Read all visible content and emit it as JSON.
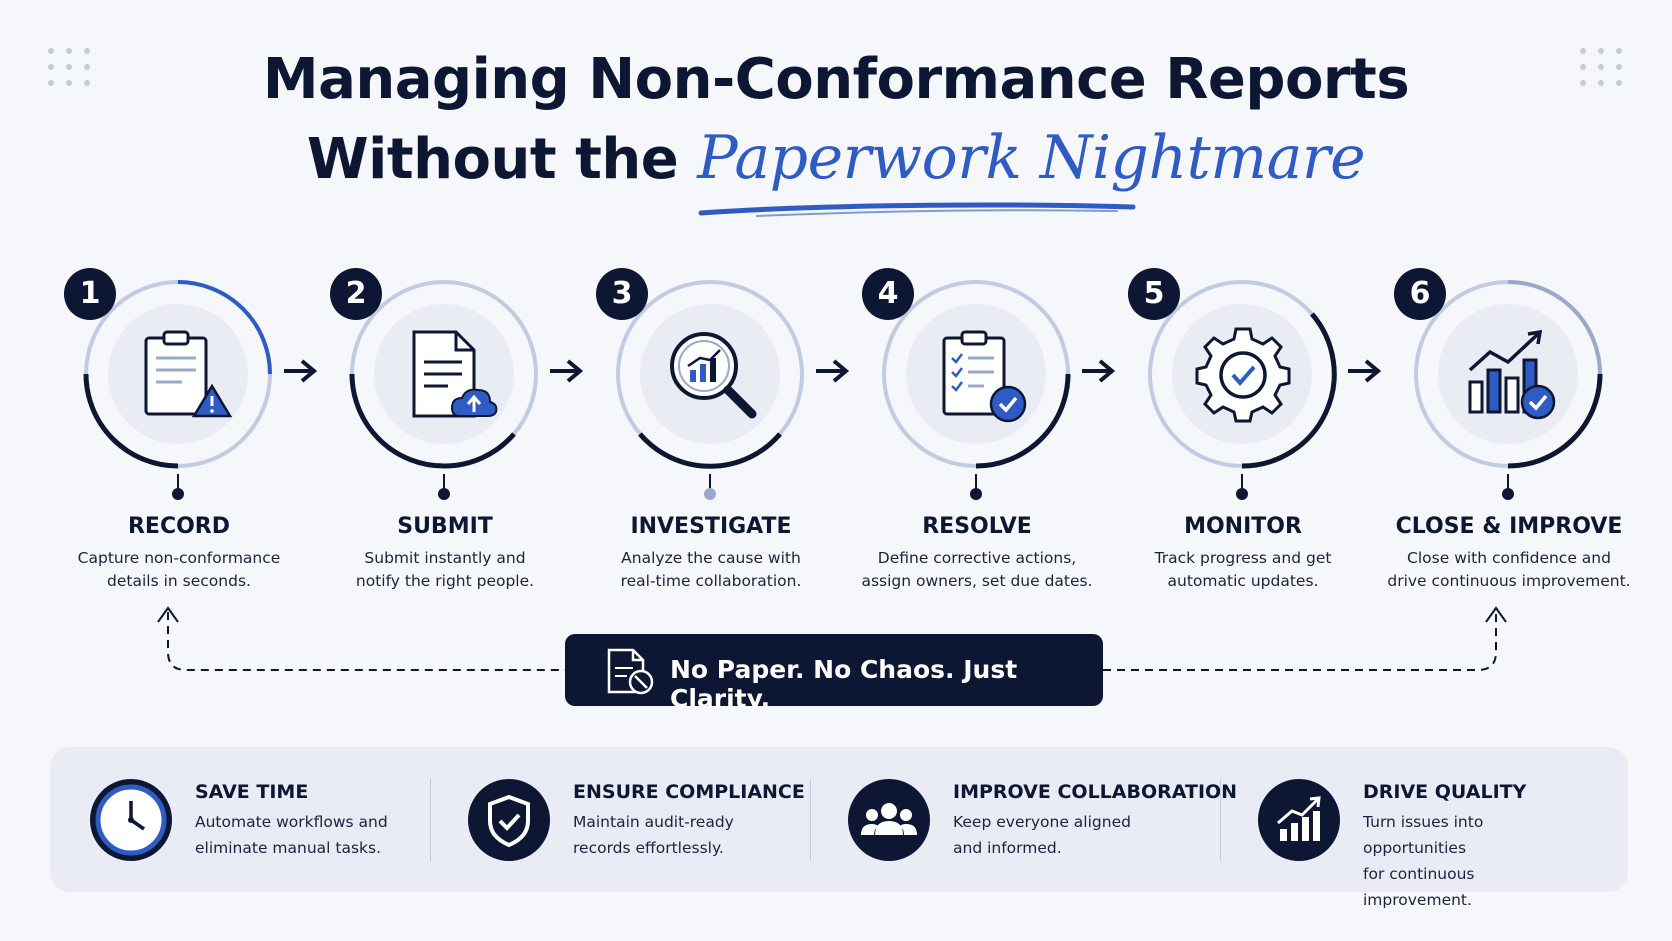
{
  "title": {
    "line1": "Managing Non-Conformance Reports",
    "line2_prefix": "Without the",
    "line2_script": "Paperwork Nightmare"
  },
  "steps": [
    {
      "number": "1",
      "label": "RECORD",
      "desc1": "Capture non-conformance",
      "desc2": "details in seconds.",
      "icon": "clipboard-warning-icon"
    },
    {
      "number": "2",
      "label": "SUBMIT",
      "desc1": "Submit instantly and",
      "desc2": "notify the right people.",
      "icon": "document-upload-icon"
    },
    {
      "number": "3",
      "label": "INVESTIGATE",
      "desc1": "Analyze the cause with",
      "desc2": "real-time collaboration.",
      "icon": "magnifier-chart-icon"
    },
    {
      "number": "4",
      "label": "RESOLVE",
      "desc1": "Define corrective actions,",
      "desc2": "assign owners, set due dates.",
      "icon": "checklist-icon"
    },
    {
      "number": "5",
      "label": "MONITOR",
      "desc1": "Track progress and get",
      "desc2": "automatic updates.",
      "icon": "gear-check-icon"
    },
    {
      "number": "6",
      "label": "CLOSE & IMPROVE",
      "desc1": "Close with confidence and",
      "desc2": "drive continuous improvement.",
      "icon": "chart-growth-icon"
    }
  ],
  "banner": {
    "text": "No Paper. No Chaos. Just Clarity.",
    "icon": "no-paper-icon"
  },
  "benefits": [
    {
      "title": "SAVE TIME",
      "desc1": "Automate workflows and",
      "desc2": "eliminate manual tasks.",
      "icon": "clock-icon"
    },
    {
      "title": "ENSURE COMPLIANCE",
      "desc1": "Maintain audit-ready",
      "desc2": "records effortlessly.",
      "icon": "shield-check-icon"
    },
    {
      "title": "IMPROVE COLLABORATION",
      "desc1": "Keep everyone aligned",
      "desc2": "and informed.",
      "icon": "people-icon"
    },
    {
      "title": "DRIVE QUALITY",
      "desc1": "Turn issues into opportunities",
      "desc2": "for continuous improvement.",
      "icon": "chart-up-icon"
    }
  ],
  "colors": {
    "navy": "#0d1733",
    "accent": "#2f5bc4",
    "ring_light": "#c2cbe2",
    "panel": "#e9ecf4"
  }
}
